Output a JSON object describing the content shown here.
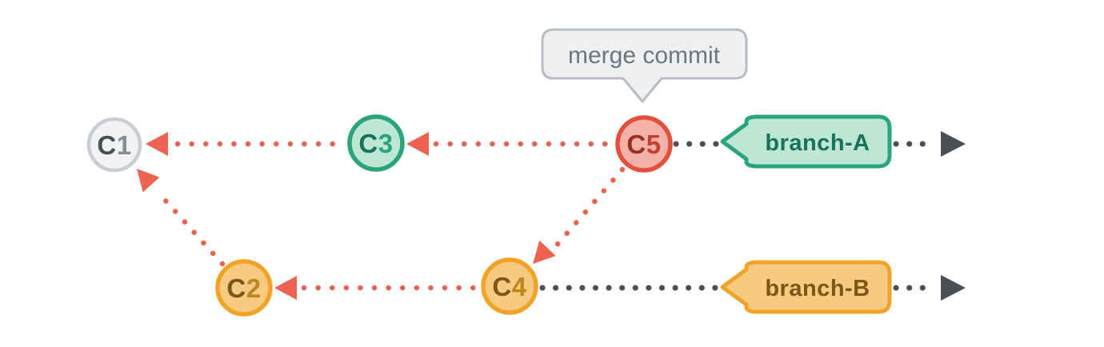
{
  "diagram": {
    "type": "git-commit-graph",
    "tooltip": {
      "label": "merge commit",
      "points_to": "C5"
    },
    "nodes": {
      "c1": {
        "id": "C1",
        "letter": "C",
        "number": "1",
        "color_theme": "gray"
      },
      "c2": {
        "id": "C2",
        "letter": "C",
        "number": "2",
        "color_theme": "orange"
      },
      "c3": {
        "id": "C3",
        "letter": "C",
        "number": "3",
        "color_theme": "teal"
      },
      "c4": {
        "id": "C4",
        "letter": "C",
        "number": "4",
        "color_theme": "orange"
      },
      "c5": {
        "id": "C5",
        "letter": "C",
        "number": "5",
        "color_theme": "red"
      }
    },
    "branches": {
      "branch_a": {
        "label": "branch-A",
        "color_theme": "teal",
        "commits": [
          "C1",
          "C3",
          "C5"
        ]
      },
      "branch_b": {
        "label": "branch-B",
        "color_theme": "orange",
        "commits": [
          "C2",
          "C4"
        ]
      }
    },
    "edges": [
      {
        "from": "C3",
        "to": "C1",
        "style": "red-dotted-arrow"
      },
      {
        "from": "C5",
        "to": "C3",
        "style": "red-dotted-arrow"
      },
      {
        "from": "C2",
        "to": "C1",
        "style": "red-dotted-arrow"
      },
      {
        "from": "C4",
        "to": "C2",
        "style": "red-dotted-arrow"
      },
      {
        "from": "C5",
        "to": "C4",
        "style": "red-dotted-arrow"
      }
    ]
  },
  "colors": {
    "background": "#ffffff",
    "red_accent": "#ec6352",
    "red_node_border": "#e2503c",
    "red_node_fill": "#f4b1a8",
    "red_text_dark": "#9c2f23",
    "red_text_light": "#c43f2e",
    "teal_border": "#29a47d",
    "teal_fill": "#bde6d5",
    "teal_text_dark": "#18715a",
    "orange_border": "#f1a327",
    "orange_fill": "#f7ca82",
    "orange_text_dark": "#7d5517",
    "orange_text_light": "#bd861f",
    "gray_node_border": "#c9cdd1",
    "gray_node_fill": "#f1f2f4",
    "gray_text_dark": "#494e54",
    "gray_text_light": "#878d93",
    "dark_line": "#4a4f55",
    "tooltip_fill": "#eef0f2",
    "tooltip_border": "#b7bdc3",
    "tooltip_text": "#6f757b"
  }
}
